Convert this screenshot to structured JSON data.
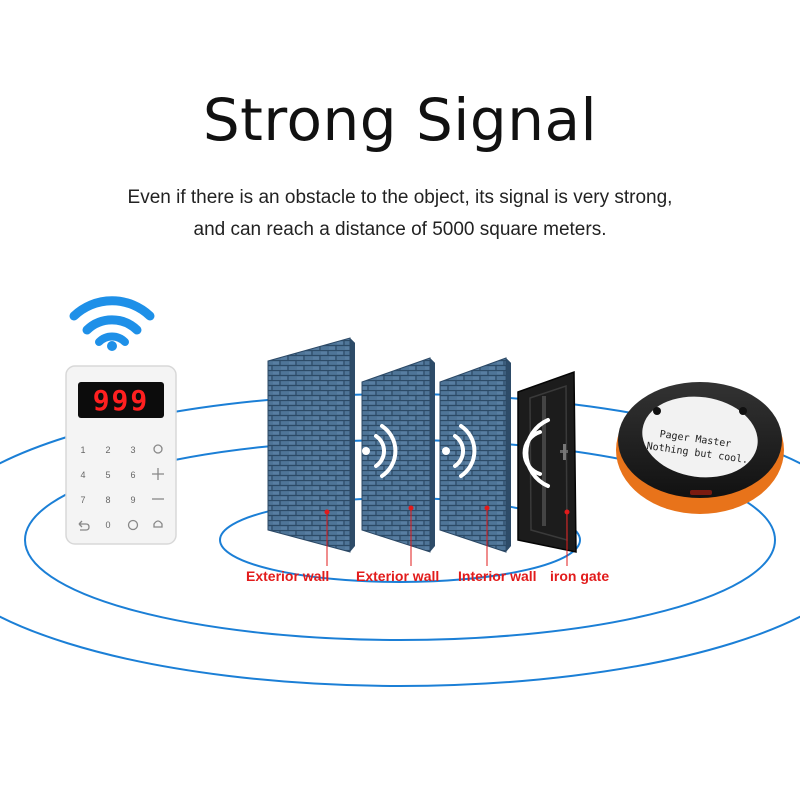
{
  "heading": {
    "title": "Strong Signal",
    "description": "Even if there is an obstacle to the object, its signal is very strong, and can reach a distance of 5000 square meters."
  },
  "transmitter": {
    "display_value": "999",
    "keys": [
      "1",
      "2",
      "3",
      "4",
      "5",
      "6",
      "7",
      "8",
      "9",
      "0"
    ]
  },
  "pager": {
    "label_line1": "Pager Master",
    "label_line2": "Nothing but cool."
  },
  "obstacles": [
    {
      "label": "Exterior wall"
    },
    {
      "label": "Exterior wall"
    },
    {
      "label": "Interior wall"
    },
    {
      "label": "iron gate"
    }
  ],
  "colors": {
    "signal_blue": "#1e90e8",
    "ring_blue": "#1b7fd6",
    "label_red": "#e21b1b",
    "wall_blue": "#4f7598",
    "display_red": "#ff2020",
    "pager_orange": "#e8731a"
  },
  "icons": [
    "wifi-icon",
    "signal-waves-icon"
  ]
}
